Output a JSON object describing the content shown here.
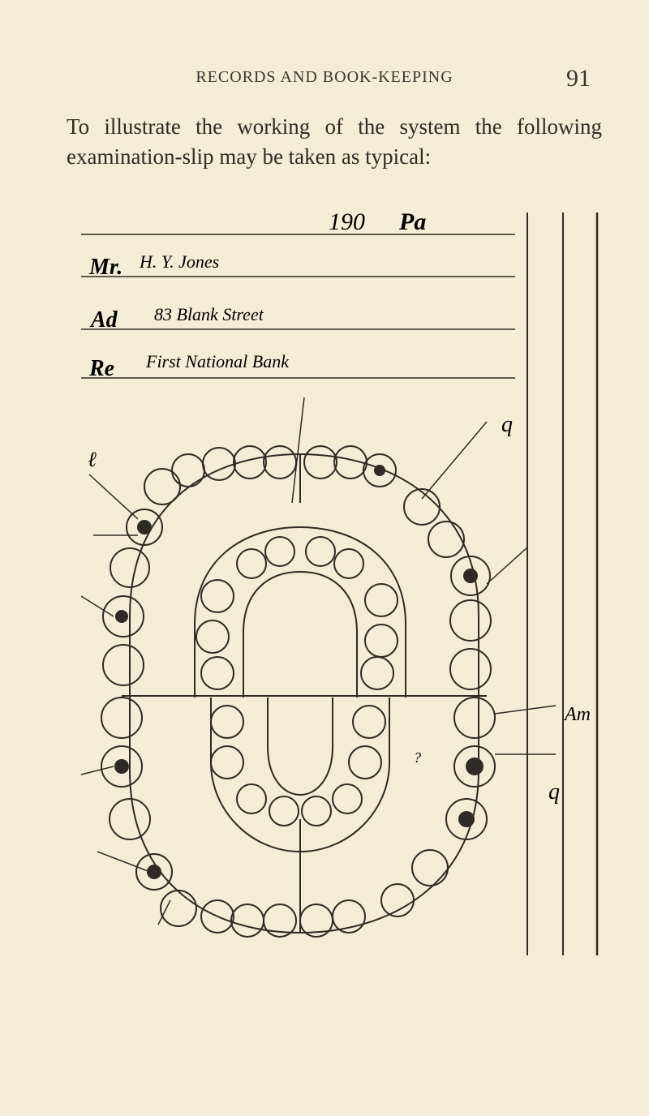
{
  "header": {
    "running_head": "RECORDS AND BOOK-KEEPING",
    "page_number": "91"
  },
  "body": {
    "intro_text": "To illustrate the working of the system the following examination-slip may be taken as typical:"
  },
  "slip": {
    "year_prefix": "190",
    "page_prefix": "Pa",
    "name_prefix": "Mr.",
    "name_value": "H. Y. Jones",
    "address_prefix": "Ad",
    "address_value": "83 Blank Street",
    "reference_prefix": "Re",
    "reference_value": "First National Bank",
    "annotations": {
      "upper_left": "ℓ",
      "upper_right": "q",
      "right_amalgam": "Am",
      "right_lower": "q",
      "pulp_cap": "?"
    }
  },
  "colors": {
    "paper": "#f3ecd6",
    "ink": "#2e2a24"
  }
}
